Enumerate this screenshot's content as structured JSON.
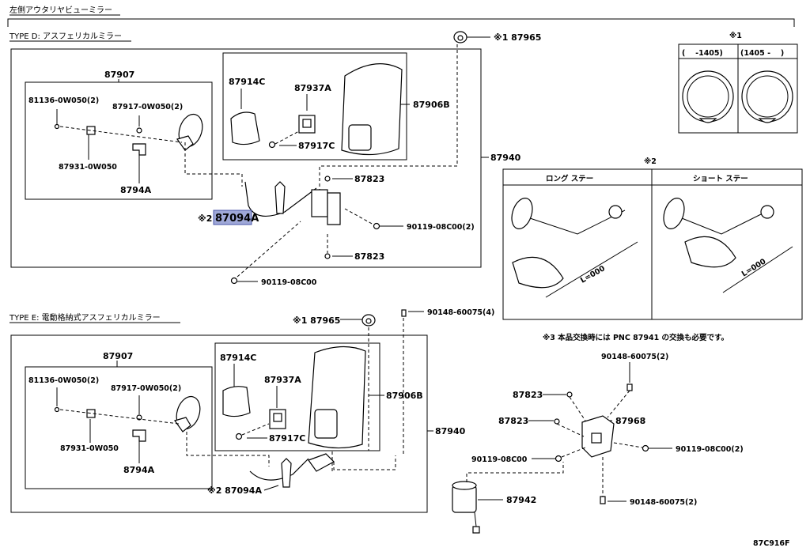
{
  "title": "左側アウタリヤビューミラー",
  "figure_id": "87C916F",
  "type_d": {
    "heading": "TYPE D: アスフェリカルミラー",
    "labels": {
      "p87907": "87907",
      "p81136": "81136-0W050(2)",
      "p87917": "87917-0W050(2)",
      "p87931": "87931-0W050",
      "p8794A": "8794A",
      "p87914C": "87914C",
      "p87937A": "87937A",
      "p87917C": "87917C",
      "p87906B": "87906B",
      "p87965": "※1 87965",
      "p87940": "87940",
      "p87823a": "87823",
      "p87823b": "87823",
      "p90119a": "90119-08C00(2)",
      "p90119b": "90119-08C00",
      "mark87094A": "※2",
      "p87094A": "87094A"
    }
  },
  "type_e": {
    "heading": "TYPE E: 電動格納式アスフェリカルミラー",
    "labels": {
      "p87907": "87907",
      "p81136": "81136-0W050(2)",
      "p87917": "87917-0W050(2)",
      "p87931": "87931-0W050",
      "p8794A": "8794A",
      "p87914C": "87914C",
      "p87937A": "87937A",
      "p87917C": "87917C",
      "p87906B": "87906B",
      "p87965": "※1 87965",
      "p87940": "87940",
      "p90148a": "90148-60075(4)",
      "p87094A": "※2 87094A",
      "note3": "※3 本品交換時には PNC 87941 の交換も必要です。",
      "p90148b": "90148-60075(2)",
      "p87823a": "87823",
      "p87823b": "87823",
      "p87968": "87968",
      "p90119a": "90119-08C00",
      "p90119b": "90119-08C00(2)",
      "p87942": "87942",
      "p90148c": "90148-60075(2)"
    }
  },
  "note1": {
    "mark": "※1",
    "col1": "(　 -1405)",
    "col2": "(1405 - 　)"
  },
  "note2": {
    "mark": "※2",
    "long": "ロング ステー",
    "short": "ショート ステー",
    "dim_long": "L=000",
    "dim_short": "L=000"
  }
}
